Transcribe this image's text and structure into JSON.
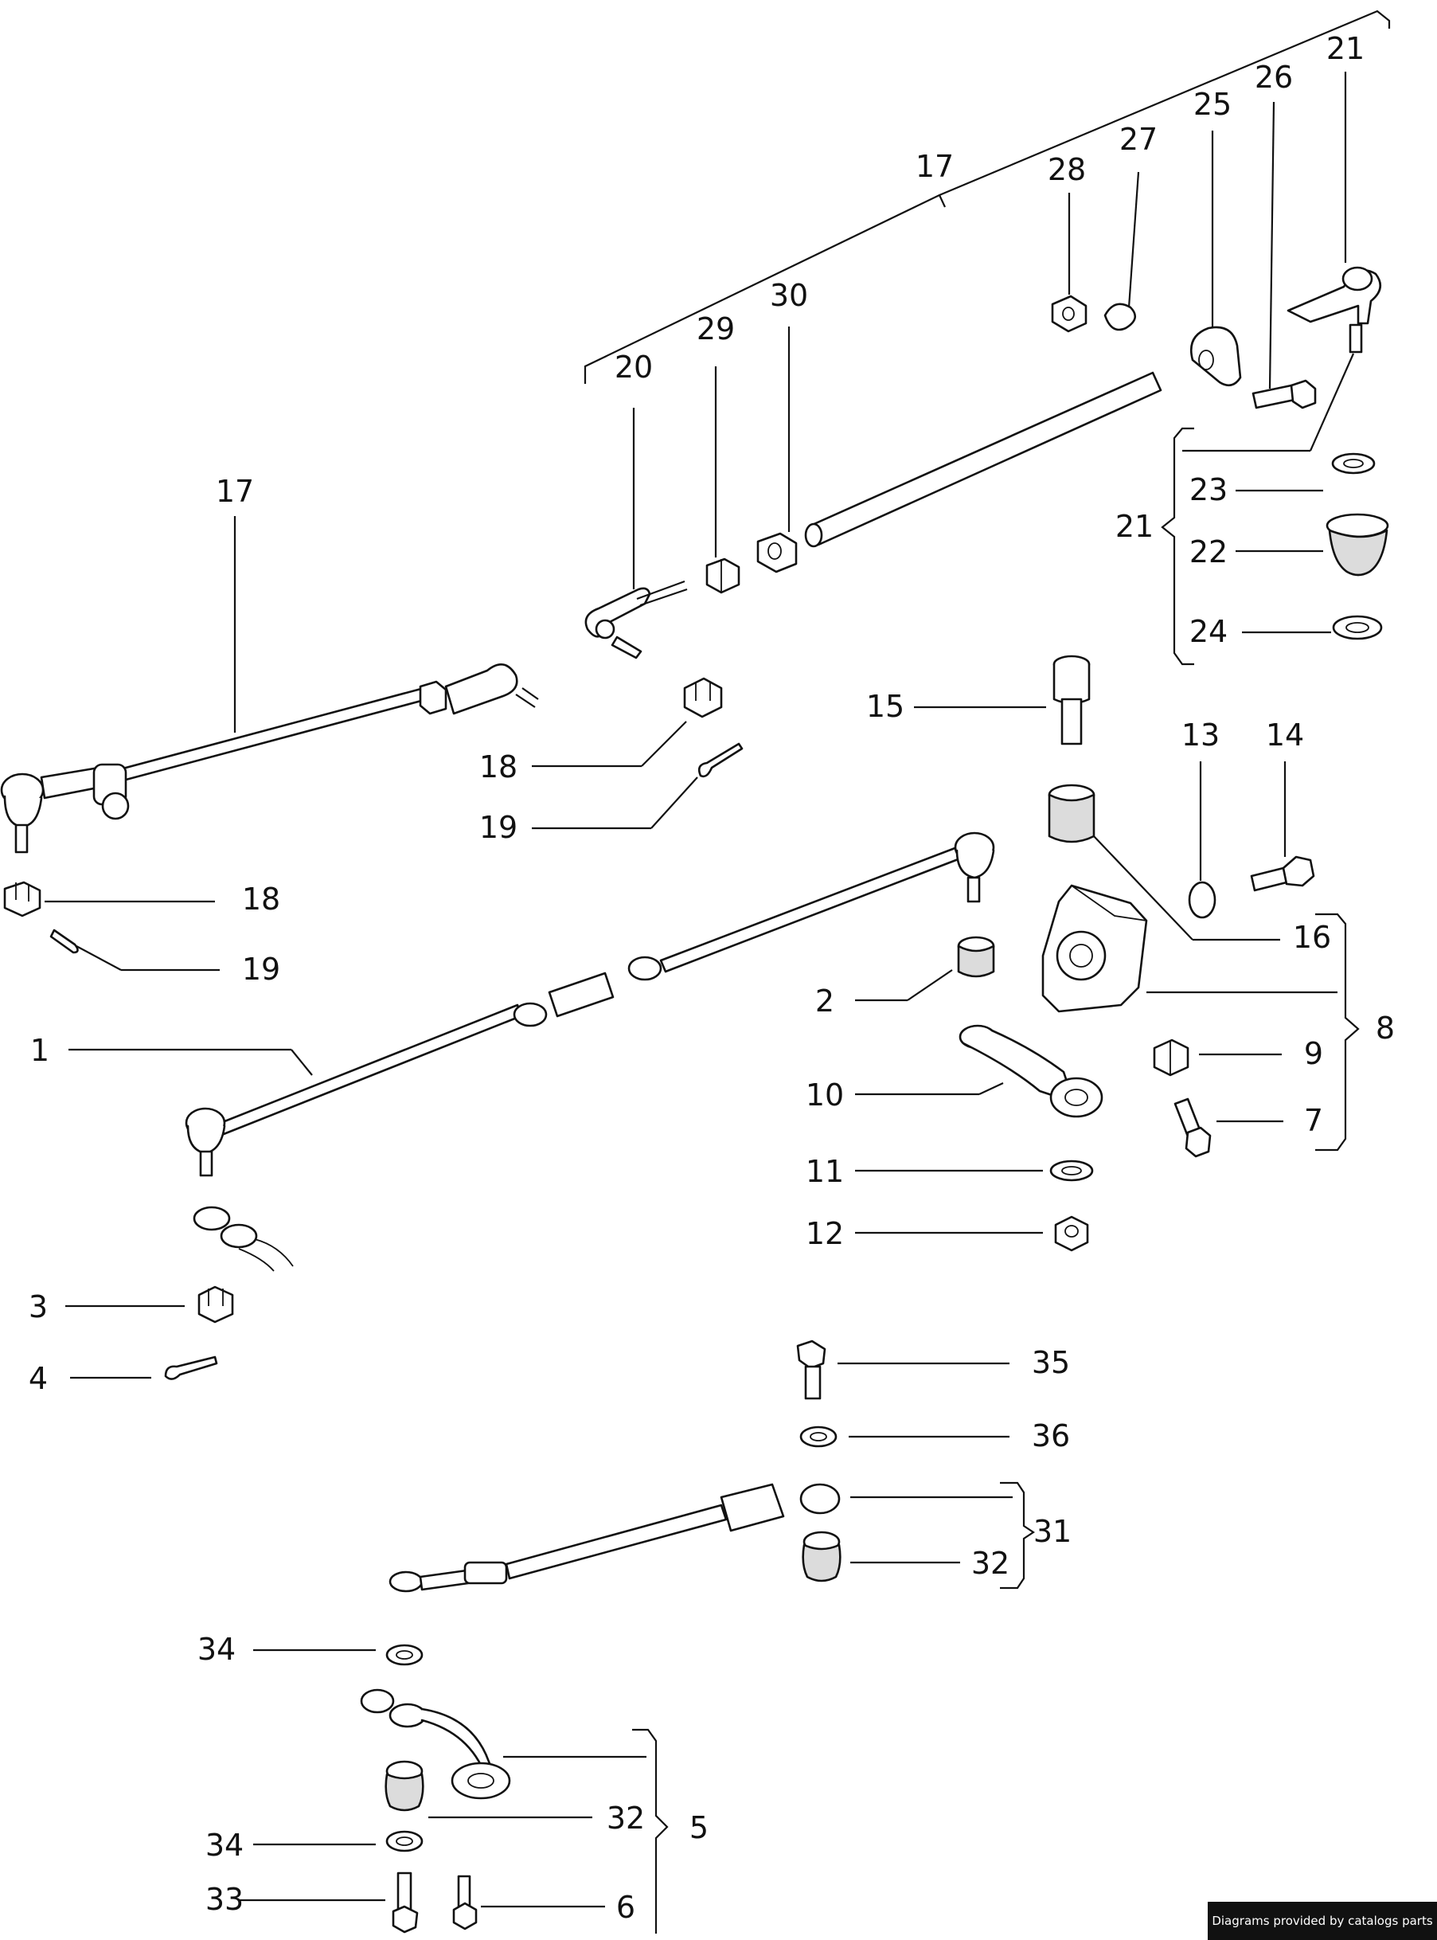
{
  "credit": "Diagrams provided by catalogs parts",
  "callouts": {
    "c1": "1",
    "c2": "2",
    "c3": "3",
    "c4": "4",
    "c5": "5",
    "c6": "6",
    "c7": "7",
    "c8": "8",
    "c9": "9",
    "c10": "10",
    "c11": "11",
    "c12": "12",
    "c13": "13",
    "c14": "14",
    "c15": "15",
    "c16": "16",
    "c17a": "17",
    "c17b": "17",
    "c18a": "18",
    "c18b": "18",
    "c19a": "19",
    "c19b": "19",
    "c20": "20",
    "c21a": "21",
    "c21b": "21",
    "c22": "22",
    "c23": "23",
    "c24": "24",
    "c25": "25",
    "c26": "26",
    "c27": "27",
    "c28": "28",
    "c29": "29",
    "c30": "30",
    "c31": "31",
    "c32a": "32",
    "c32b": "32",
    "c33": "33",
    "c34a": "34",
    "c34b": "34",
    "c35": "35",
    "c36": "36"
  }
}
